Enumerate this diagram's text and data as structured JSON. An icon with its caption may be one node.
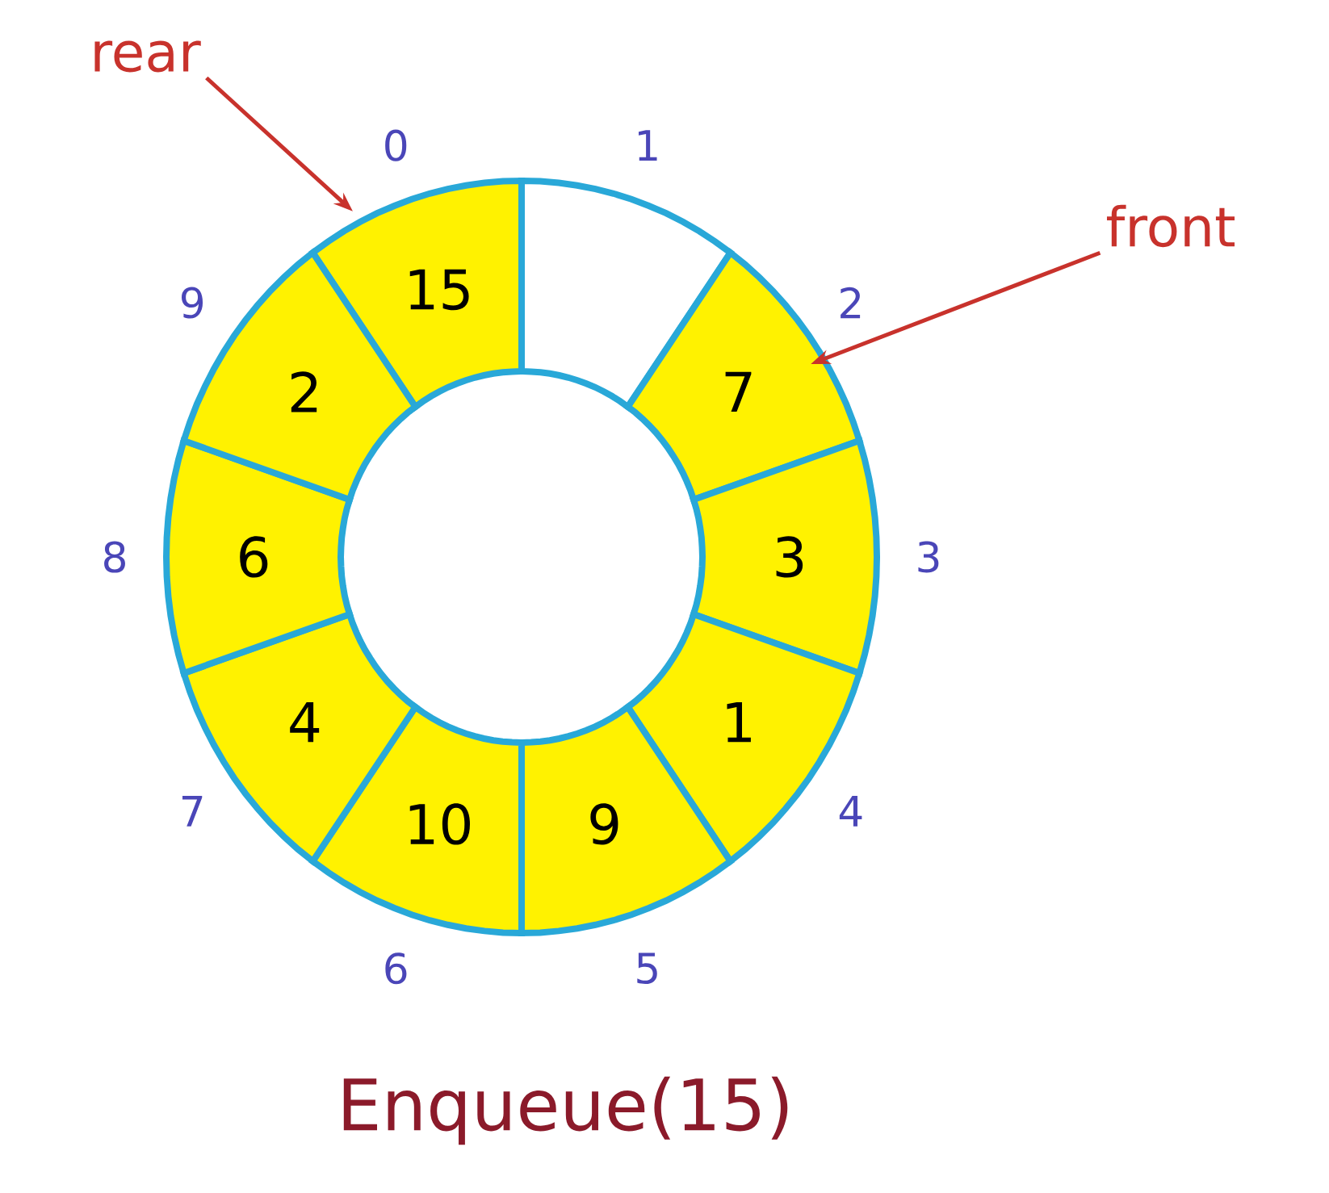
{
  "diagram": {
    "caption": "Enqueue(15)",
    "nodes": [
      {
        "text": [
          "15"
        ],
        "beside": [
          "0"
        ]
      },
      {
        "text": [],
        "shape": "box",
        "beside": [
          "1"
        ]
      },
      {
        "text": [
          "7"
        ],
        "beside": [
          "2"
        ]
      },
      {
        "text": [
          "3"
        ],
        "beside": [
          "3"
        ]
      },
      {
        "text": [
          "1"
        ],
        "beside": [
          "4"
        ]
      },
      {
        "text": [
          "9"
        ],
        "beside": [
          "5"
        ]
      },
      {
        "text": [
          "10"
        ],
        "beside": [
          "6"
        ]
      },
      {
        "text": [
          "4"
        ],
        "beside": [
          "7"
        ]
      },
      {
        "text": [
          "6"
        ],
        "beside": [
          "8"
        ]
      },
      {
        "text": [
          "2"
        ],
        "beside": [
          "9"
        ]
      },
      {
        "text": [
          "rear"
        ]
      },
      {
        "text": [
          "front"
        ]
      }
    ],
    "edges": [
      {
        "from": 10,
        "to": 0,
        "arrow": "to"
      },
      {
        "from": 11,
        "to": 2,
        "arrow": "to"
      }
    ]
  }
}
